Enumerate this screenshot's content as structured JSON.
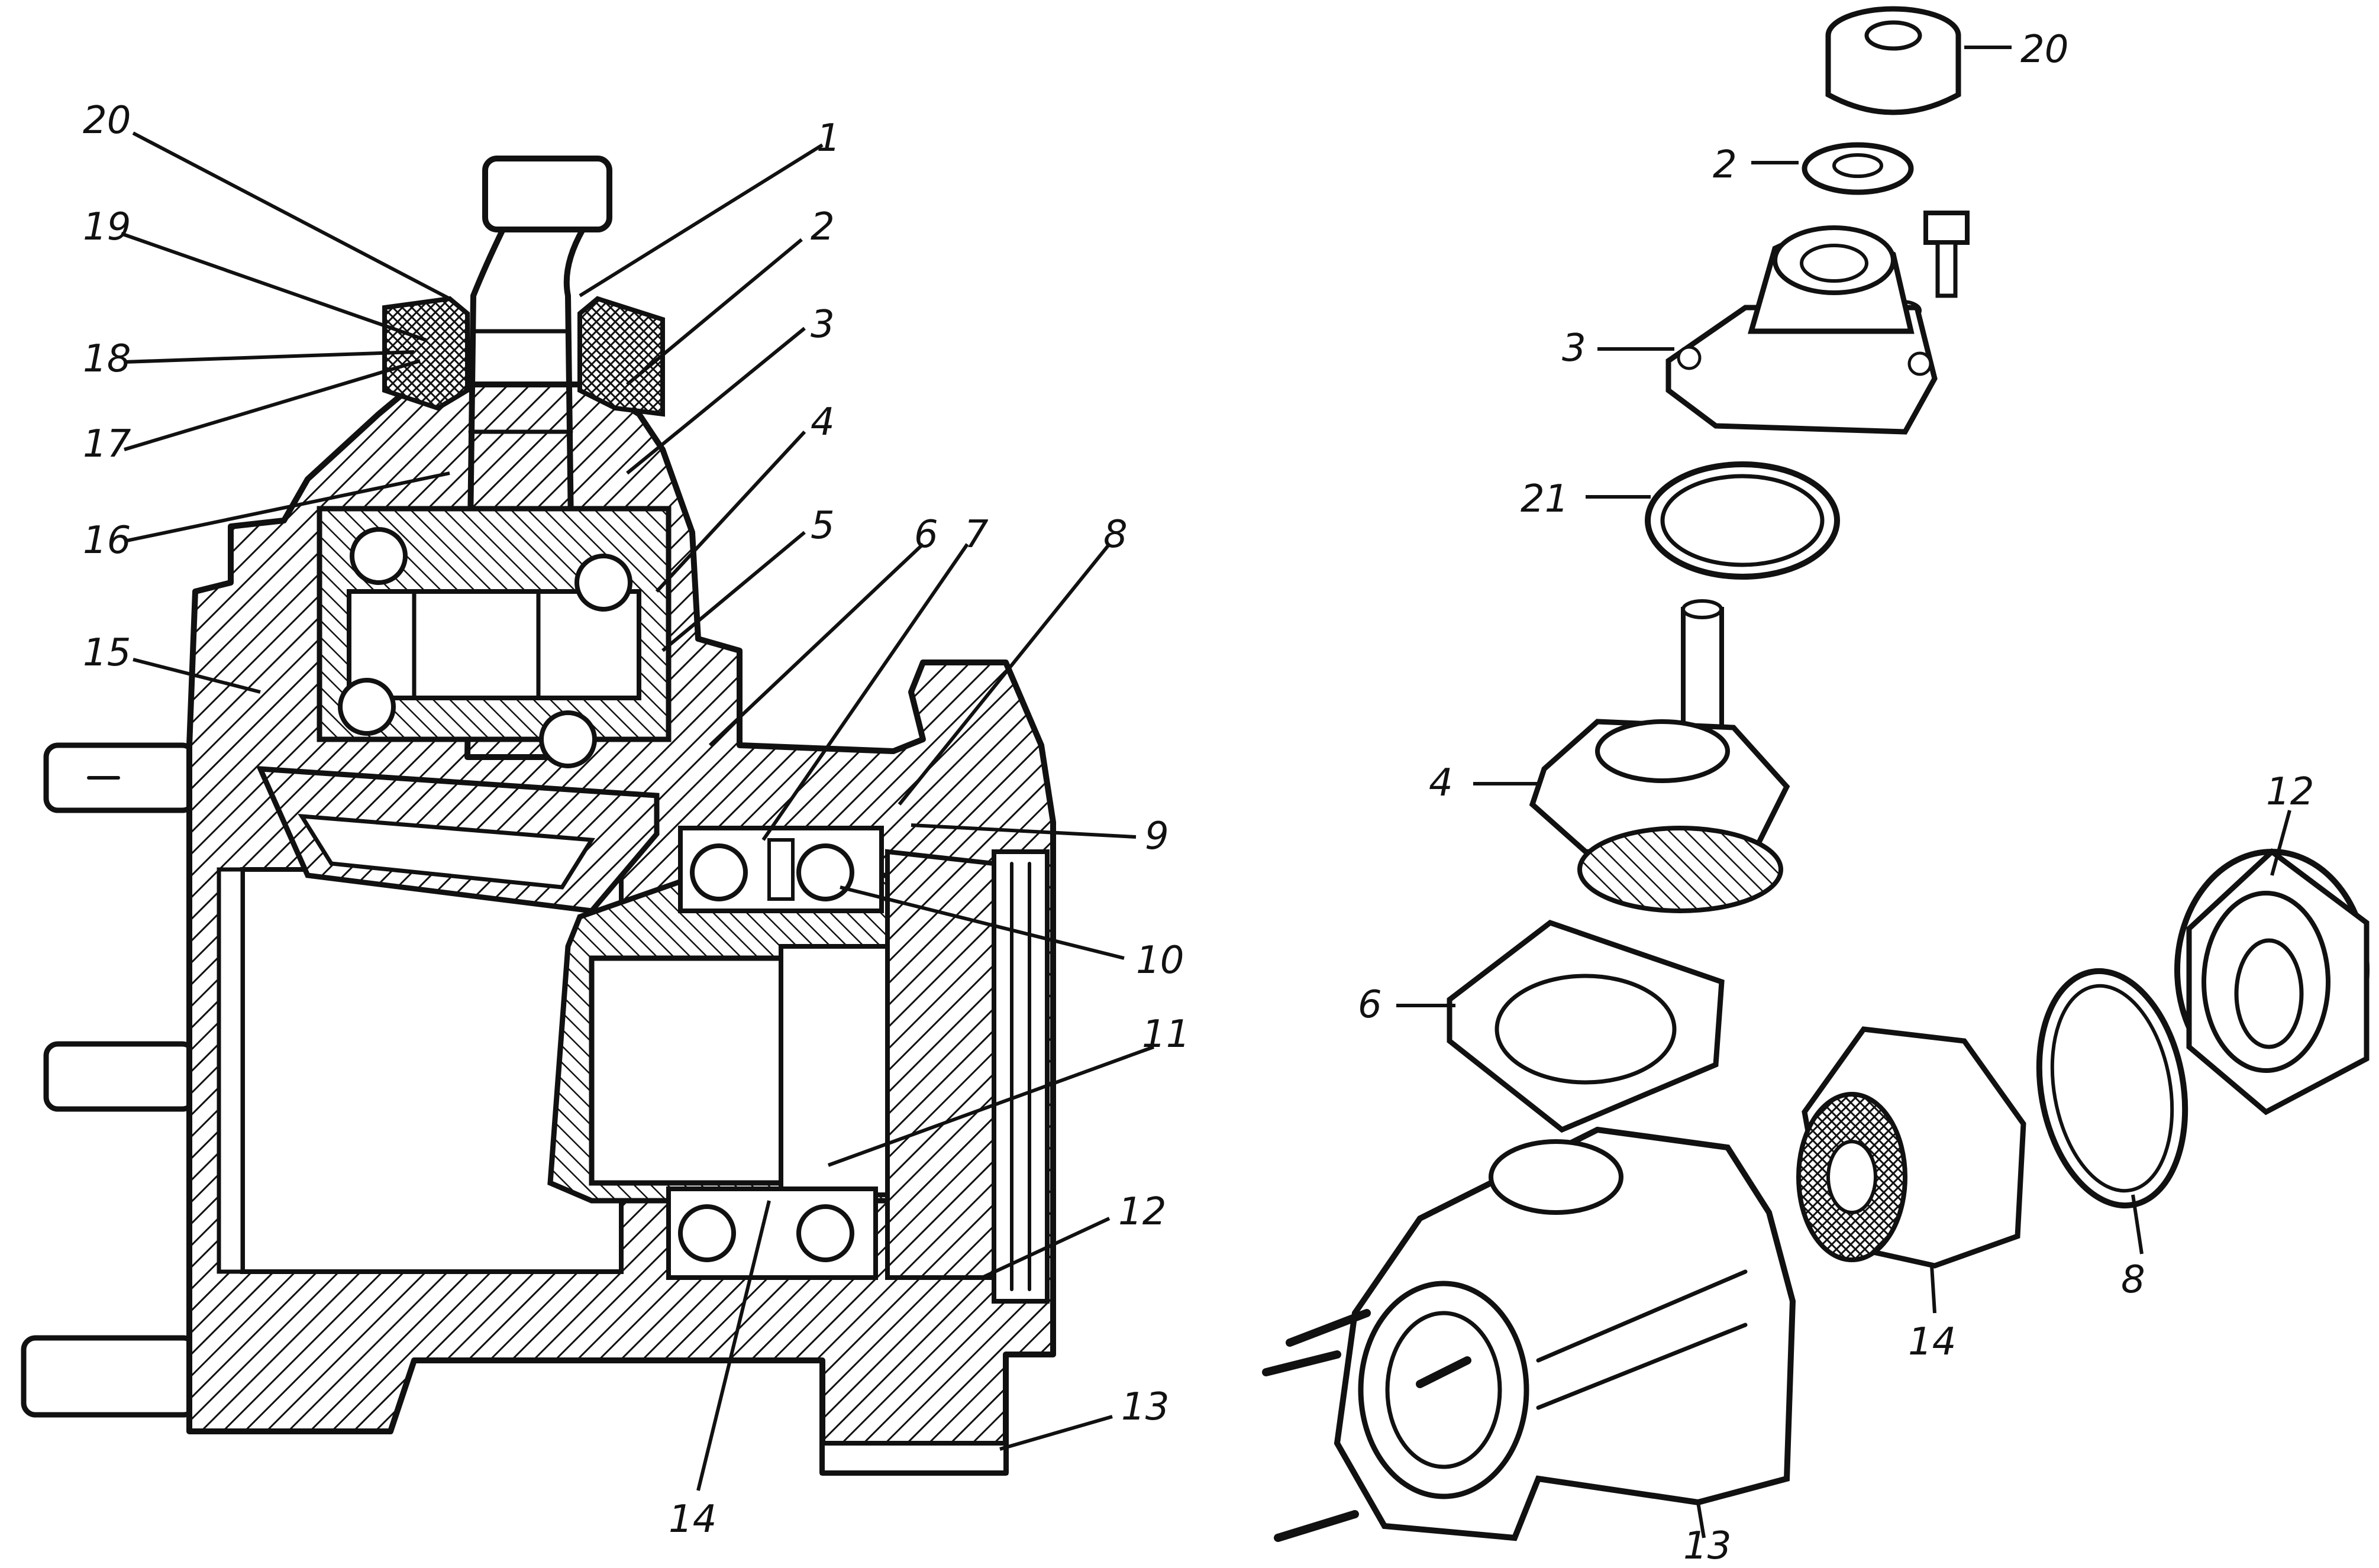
{
  "diagram": {
    "callouts": {
      "left": {
        "c1": "1",
        "c2": "2",
        "c3": "3",
        "c4": "4",
        "c5": "5",
        "c6": "6",
        "c7": "7",
        "c8": "8",
        "c9": "9",
        "c10": "10",
        "c11": "11",
        "c12": "12",
        "c13": "13",
        "c14": "14",
        "c15": "15",
        "c16": "16",
        "c17": "17",
        "c18": "18",
        "c19": "19",
        "c20": "20"
      },
      "right": {
        "c20": "20",
        "c2": "2",
        "c3": "3",
        "c21": "21",
        "c4": "4",
        "c6": "6",
        "c12": "12",
        "c8": "8",
        "c14": "14",
        "c13": "13"
      }
    }
  }
}
